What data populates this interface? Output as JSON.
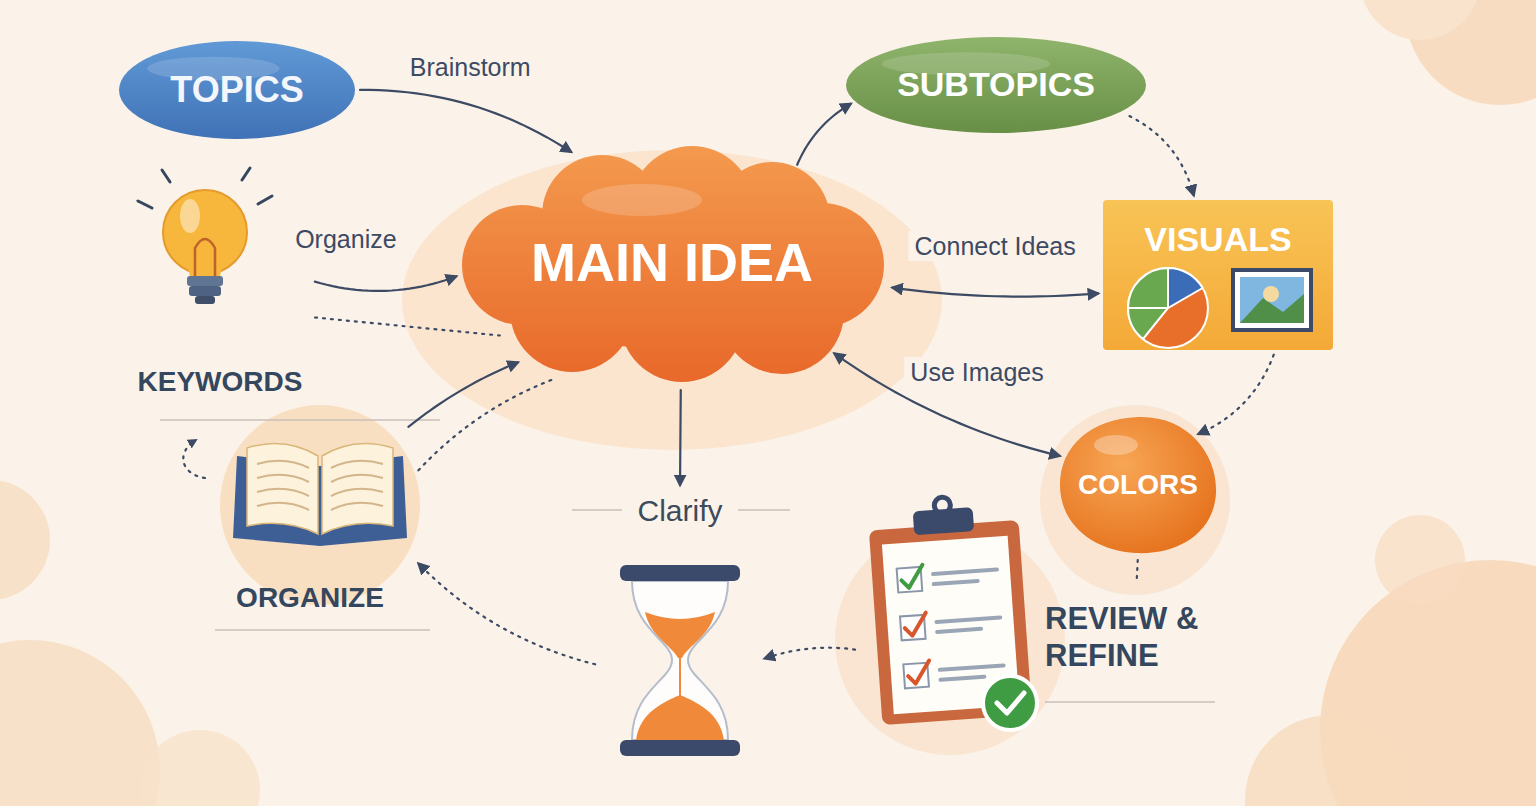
{
  "diagram": {
    "nodes": [
      {
        "text": [
          "TOPICS"
        ]
      },
      {
        "text": [
          "SUBTOPICS"
        ]
      },
      {
        "text": [
          "KEYWORDS"
        ]
      },
      {
        "text": [
          "MAIN IDEA"
        ]
      },
      {
        "text": [
          "VISUALS"
        ]
      },
      {
        "text": [
          "ORGANIZE"
        ]
      },
      {
        "text": [
          "COLORS"
        ]
      },
      {
        "text": [
          "Clarify"
        ]
      },
      {
        "text": [
          "REVIEW & REFINE"
        ]
      }
    ],
    "edges": [
      {
        "from": 0,
        "to": 3,
        "arrow": "to",
        "label": "Brainstorm"
      },
      {
        "from": 2,
        "to": 3,
        "arrow": "to",
        "label": "Organize"
      },
      {
        "from": 2,
        "to": 3,
        "arrow": "none"
      },
      {
        "from": 5,
        "to": 3,
        "arrow": "to"
      },
      {
        "from": 5,
        "to": 3,
        "arrow": "none"
      },
      {
        "from": 3,
        "to": 1,
        "arrow": "to"
      },
      {
        "from": 1,
        "to": 4,
        "arrow": "to"
      },
      {
        "from": 3,
        "to": 4,
        "arrow": "both",
        "label": "Connect Ideas"
      },
      {
        "from": 3,
        "to": 6,
        "arrow": "both",
        "label": "Use Images"
      },
      {
        "from": 4,
        "to": 6,
        "arrow": "to"
      },
      {
        "from": 3,
        "to": 7,
        "arrow": "to"
      },
      {
        "from": 6,
        "to": 8,
        "arrow": "none"
      },
      {
        "from": 8,
        "to": 7,
        "arrow": "to"
      },
      {
        "from": 7,
        "to": 5,
        "arrow": "to"
      }
    ]
  }
}
